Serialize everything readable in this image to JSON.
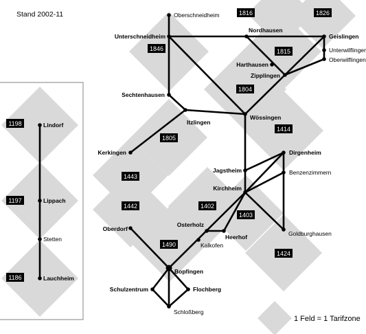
{
  "title": "Stand 2002-11",
  "legend": {
    "text": "1 Feld = 1 Tarifzone"
  },
  "zones": [
    "1816",
    "1826",
    "1846",
    "1815",
    "1804",
    "1414",
    "1805",
    "1443",
    "1442",
    "1402",
    "1403",
    "1490",
    "1424",
    "1198",
    "1197",
    "1186"
  ],
  "stations": {
    "oberschneidheim": "Oberschneidheim",
    "unterschneidheim": "Unterschneidheim",
    "nordhausen": "Nordhausen",
    "geislingen": "Geislingen",
    "unterwilflingen": "Unterwilflingen",
    "oberwilflingen": "Oberwilflingen",
    "harthausen": "Harthausen",
    "zipplingen": "Zipplingen",
    "sechtenhausen": "Sechtenhausen",
    "itzlingen": "Itzlingen",
    "woessingen": "Wössingen",
    "kerkingen": "Kerkingen",
    "dirgenheim": "Dirgenheim",
    "benzenzimmern": "Benzenzimmern",
    "jagstheim": "Jagstheim",
    "kirchheim": "Kirchheim",
    "goldburghausen": "Goldburghausen",
    "oberdorf": "Oberdorf",
    "osterholz": "Osterholz",
    "heerhof": "Heerhof",
    "kalkofen": "Kalkofen",
    "bopfingen": "Bopfingen",
    "schulzentrum": "Schulzentrum",
    "flochberg": "Flochberg",
    "schlossberg": "Schloßberg",
    "lindorf": "Lindorf",
    "lippach": "Lippach",
    "stetten": "Stetten",
    "lauchheim": "Lauchheim"
  }
}
